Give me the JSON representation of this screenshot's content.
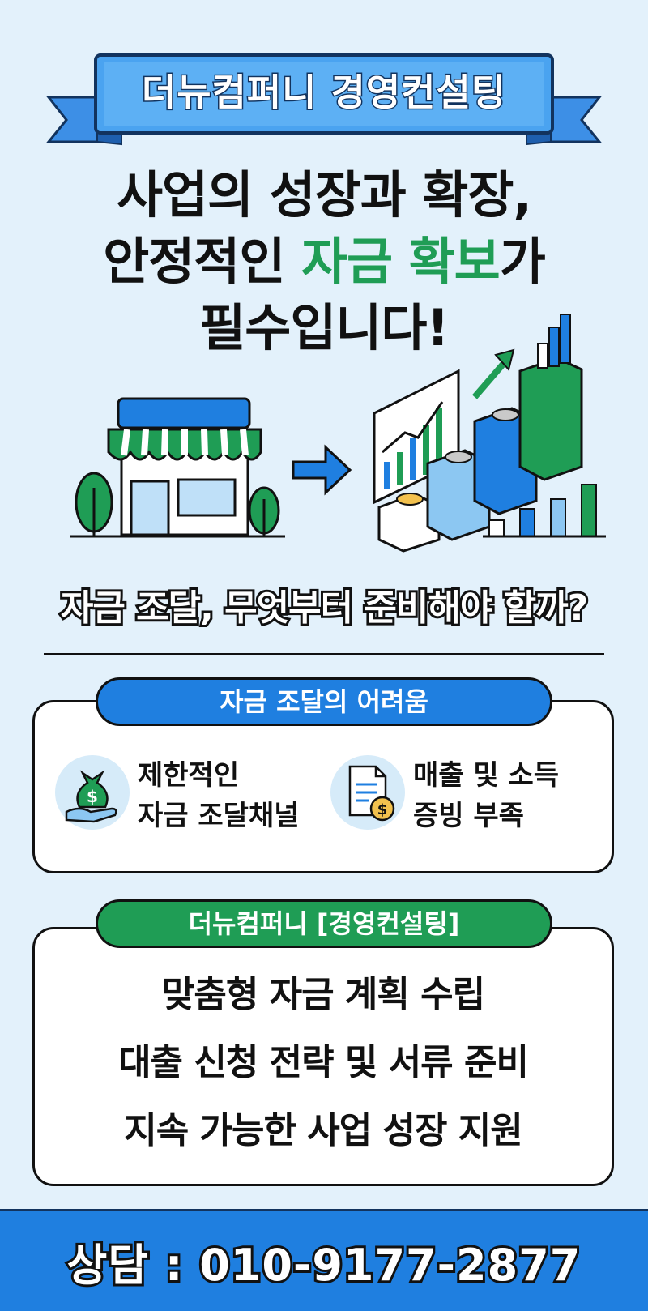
{
  "ribbon": {
    "text": "더뉴컴퍼니 경영컨설팅"
  },
  "headline": {
    "line1": "사업의 성장과 확장,",
    "line2_prefix": "안정적인 ",
    "line2_highlight": "자금 확보",
    "line2_suffix": "가",
    "line3": "필수입니다!"
  },
  "question": "자금 조달, 무엇부터 준비해야 할까?",
  "difficulties": {
    "title": "자금 조달의 어려움",
    "items": [
      {
        "icon": "money-bag-hand-icon",
        "line1": "제한적인",
        "line2": "자금 조달채널"
      },
      {
        "icon": "document-coin-icon",
        "line1": "매출 및 소득",
        "line2": "증빙 부족"
      }
    ]
  },
  "solutions": {
    "title": "더뉴컴퍼니 [경영컨설팅]",
    "items": [
      "맞춤형 자금 계획 수립",
      "대출 신청 전략 및 서류 준비",
      "지속 가능한 사업 성장 지원"
    ]
  },
  "footer": {
    "phone": "상담 : 010-9177-2877"
  },
  "colors": {
    "blue": "#1f7fe0",
    "green": "#1f9d55",
    "background": "#e3f1fb",
    "navy": "#12335e"
  }
}
